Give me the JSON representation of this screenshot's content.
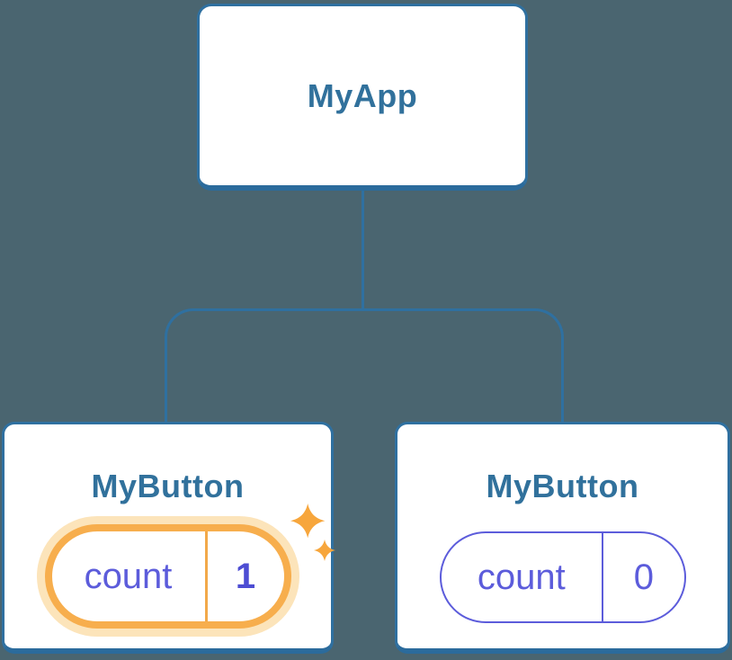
{
  "diagram": {
    "description": "React component tree showing isolated state",
    "colors": {
      "background": "#4A6570",
      "node_border": "#2F70A0",
      "node_title": "#31719C",
      "state_indigo": "#5C5CDB",
      "highlight_orange": "#F7AE4D",
      "highlight_glow": "#FCE4BA",
      "sparkle": "#F7A63C"
    },
    "nodes": {
      "root": {
        "title": "MyApp"
      },
      "left_child": {
        "title": "MyButton",
        "state_label": "count",
        "state_value": "1",
        "highlighted": true
      },
      "right_child": {
        "title": "MyButton",
        "state_label": "count",
        "state_value": "0",
        "highlighted": false
      }
    }
  }
}
